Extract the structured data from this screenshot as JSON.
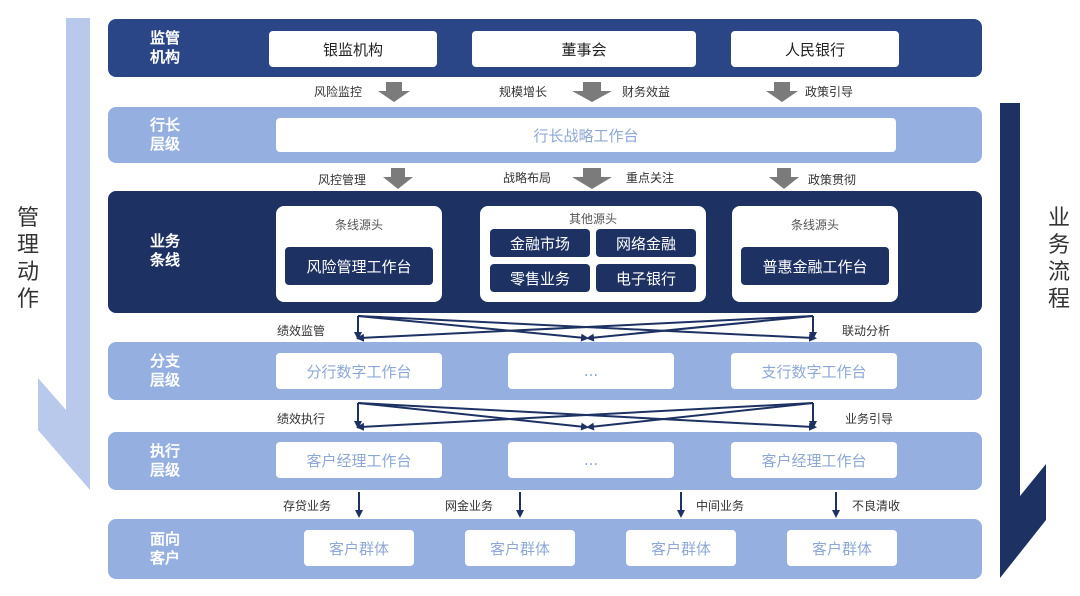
{
  "side_left": "管理动作",
  "side_right": "业务流程",
  "bands": {
    "regulator": {
      "label": "监管\n机构",
      "boxes": [
        "银监机构",
        "董事会",
        "人民银行"
      ]
    },
    "president": {
      "label": "行长\n层级",
      "box": "行长战略工作台"
    },
    "business": {
      "label": "业务\n条线",
      "panel_left": {
        "title": "条线源头",
        "box": "风险管理工作台"
      },
      "panel_mid": {
        "title": "其他源头",
        "chips": [
          "金融市场",
          "网络金融",
          "零售业务",
          "电子银行"
        ]
      },
      "panel_right": {
        "title": "条线源头",
        "box": "普惠金融工作台"
      }
    },
    "branch": {
      "label": "分支\n层级",
      "boxes": [
        "分行数字工作台",
        "...",
        "支行数字工作台"
      ]
    },
    "execution": {
      "label": "执行\n层级",
      "boxes": [
        "客户经理工作台",
        "...",
        "客户经理工作台"
      ]
    },
    "customer": {
      "label": "面向\n客户",
      "boxes": [
        "客户群体",
        "客户群体",
        "客户群体",
        "客户群体"
      ]
    }
  },
  "flows": {
    "row1": [
      "风险监控",
      "规模增长",
      "财务效益",
      "政策引导"
    ],
    "row2": [
      "风控管理",
      "战略布局",
      "重点关注",
      "政策贯彻"
    ],
    "row3": [
      "绩效监管",
      "联动分析"
    ],
    "row4": [
      "绩效执行",
      "业务引导"
    ],
    "row5": [
      "存贷业务",
      "网金业务",
      "中间业务",
      "不良清收"
    ]
  },
  "colors": {
    "dark_band": "#2b4687",
    "navy_band": "#1d3263",
    "light_band": "#94afe0",
    "left_arrow": "#b8c9ec",
    "right_arrow": "#1d3263",
    "grey_arrow": "#7b7b7b"
  }
}
